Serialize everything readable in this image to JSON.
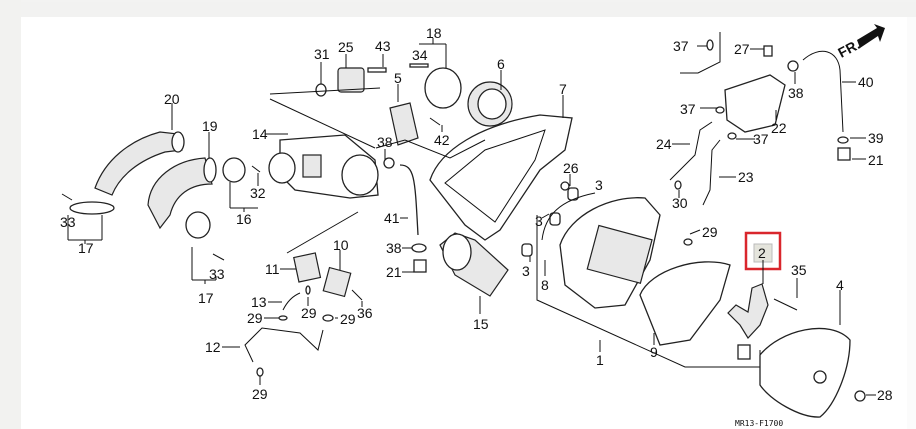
{
  "diagram": {
    "title": "Air cleaner assembly exploded parts diagram",
    "code": "MR13-F1700",
    "direction_label": "FR.",
    "highlight_color": "#d9262c",
    "highlighted_part": "2",
    "callouts": [
      {
        "id": "c20",
        "label": "20"
      },
      {
        "id": "c19",
        "label": "19"
      },
      {
        "id": "c14",
        "label": "14"
      },
      {
        "id": "c31",
        "label": "31"
      },
      {
        "id": "c25",
        "label": "25"
      },
      {
        "id": "c43",
        "label": "43"
      },
      {
        "id": "c18",
        "label": "18"
      },
      {
        "id": "c34",
        "label": "34"
      },
      {
        "id": "c5",
        "label": "5"
      },
      {
        "id": "c6",
        "label": "6"
      },
      {
        "id": "c7",
        "label": "7"
      },
      {
        "id": "c42",
        "label": "42"
      },
      {
        "id": "c38a",
        "label": "38"
      },
      {
        "id": "c32",
        "label": "32"
      },
      {
        "id": "c16",
        "label": "16"
      },
      {
        "id": "c33a",
        "label": "33"
      },
      {
        "id": "c17a",
        "label": "17"
      },
      {
        "id": "c33b",
        "label": "33"
      },
      {
        "id": "c17b",
        "label": "17"
      },
      {
        "id": "c26",
        "label": "26"
      },
      {
        "id": "c41",
        "label": "41"
      },
      {
        "id": "c38b",
        "label": "38"
      },
      {
        "id": "c21a",
        "label": "21"
      },
      {
        "id": "c10",
        "label": "10"
      },
      {
        "id": "c11",
        "label": "11"
      },
      {
        "id": "c13",
        "label": "13"
      },
      {
        "id": "c29a",
        "label": "29"
      },
      {
        "id": "c29b",
        "label": "29"
      },
      {
        "id": "c29c",
        "label": "29"
      },
      {
        "id": "c36",
        "label": "36"
      },
      {
        "id": "c12",
        "label": "12"
      },
      {
        "id": "c29d",
        "label": "29"
      },
      {
        "id": "c15",
        "label": "15"
      },
      {
        "id": "c3a",
        "label": "3"
      },
      {
        "id": "c3b",
        "label": "3"
      },
      {
        "id": "c3c",
        "label": "3"
      },
      {
        "id": "c8",
        "label": "8"
      },
      {
        "id": "c1",
        "label": "1"
      },
      {
        "id": "c9",
        "label": "9"
      },
      {
        "id": "c37a",
        "label": "37"
      },
      {
        "id": "c27",
        "label": "27"
      },
      {
        "id": "c38c",
        "label": "38"
      },
      {
        "id": "c40",
        "label": "40"
      },
      {
        "id": "c37b",
        "label": "37"
      },
      {
        "id": "c37c",
        "label": "37"
      },
      {
        "id": "c22",
        "label": "22"
      },
      {
        "id": "c24",
        "label": "24"
      },
      {
        "id": "c23",
        "label": "23"
      },
      {
        "id": "c30",
        "label": "30"
      },
      {
        "id": "c29e",
        "label": "29"
      },
      {
        "id": "c39",
        "label": "39"
      },
      {
        "id": "c21b",
        "label": "21"
      },
      {
        "id": "c2",
        "label": "2"
      },
      {
        "id": "c35",
        "label": "35"
      },
      {
        "id": "c4",
        "label": "4"
      },
      {
        "id": "c28",
        "label": "28"
      }
    ]
  }
}
